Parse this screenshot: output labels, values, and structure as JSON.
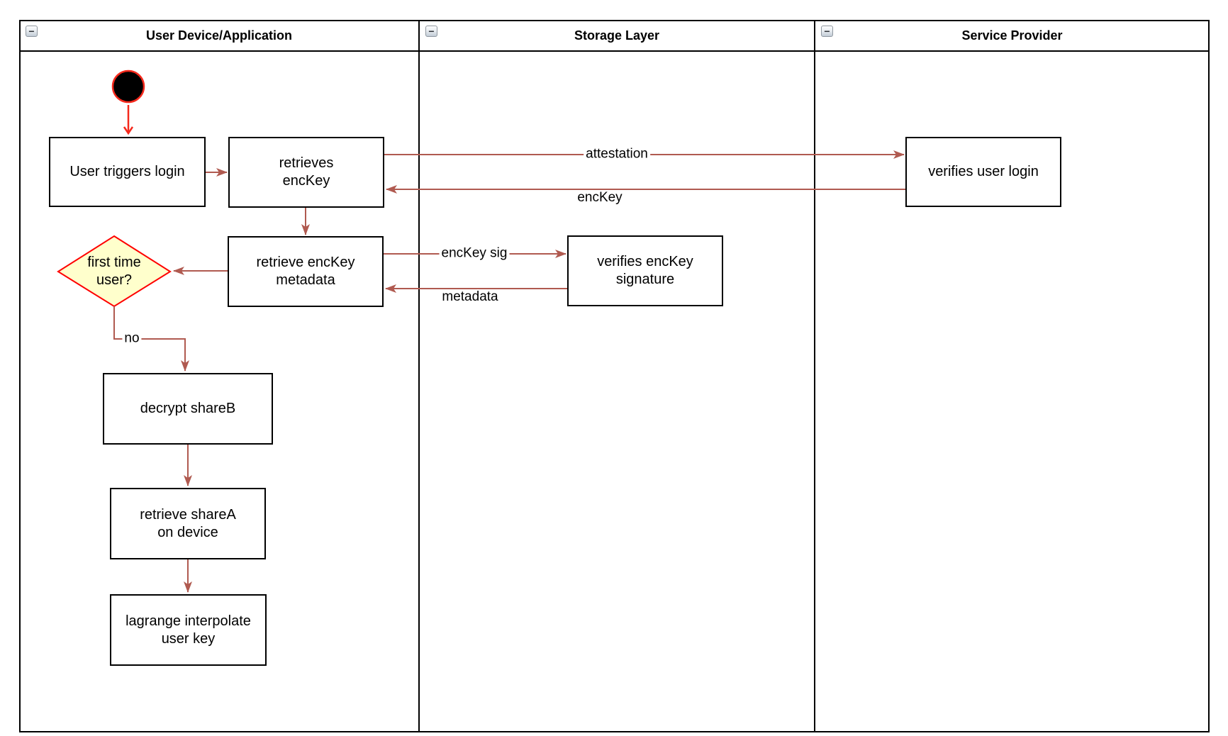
{
  "lanes": [
    {
      "id": "user-device-application",
      "title": "User Device/Application"
    },
    {
      "id": "storage-layer",
      "title": "Storage Layer"
    },
    {
      "id": "service-provider",
      "title": "Service Provider"
    }
  ],
  "icons": {
    "collapse_glyph": "−"
  },
  "nodes": {
    "user_triggers_login": {
      "label": "User triggers login"
    },
    "retrieves_enckey": {
      "label": "retrieves\nencKey"
    },
    "retrieve_enckey_metadata": {
      "label": "retrieve encKey\nmetadata"
    },
    "first_time_user": {
      "label": "first time\nuser?"
    },
    "decrypt_shareb": {
      "label": "decrypt shareB"
    },
    "retrieve_sharea_on_device": {
      "label": "retrieve shareA\non device"
    },
    "lagrange_interpolate_user_key": {
      "label": "lagrange interpolate\nuser key"
    },
    "verifies_enckey_signature": {
      "label": "verifies encKey\nsignature"
    },
    "verifies_user_login": {
      "label": "verifies user login"
    }
  },
  "edge_labels": {
    "attestation": "attestation",
    "enckey": "encKey",
    "enckey_sig": "encKey sig",
    "metadata": "metadata",
    "no": "no"
  },
  "colors": {
    "flow-arrow": "#b05a50",
    "bright-red": "#f5291c",
    "diamond-stroke": "#ff0000",
    "diamond-fill": "#ffffcc",
    "shape-border": "#000000",
    "shape-fill": "#ffffff",
    "lane-border": "#000000"
  }
}
